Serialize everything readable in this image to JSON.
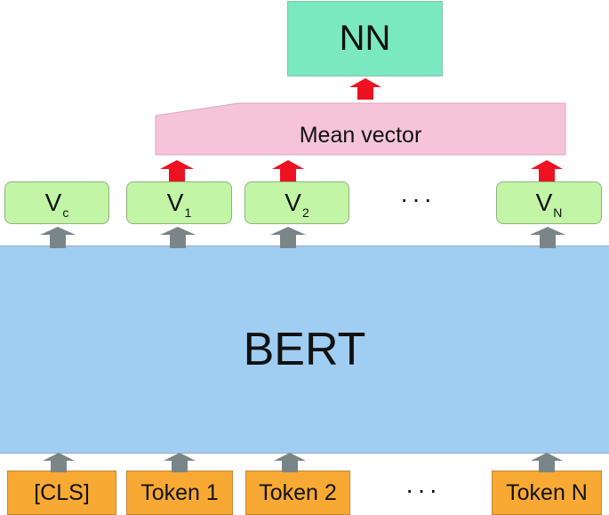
{
  "nn": {
    "label": "NN"
  },
  "mean": {
    "label": "Mean vector"
  },
  "vectors": [
    {
      "main": "V",
      "sub": "c"
    },
    {
      "main": "V",
      "sub": "1"
    },
    {
      "main": "V",
      "sub": "2"
    },
    {
      "main": "V",
      "sub": "N"
    }
  ],
  "vector_dots": "···",
  "bert": {
    "label": "BERT"
  },
  "tokens": [
    "[CLS]",
    "Token 1",
    "Token 2",
    "Token N"
  ],
  "token_dots": "···",
  "colors": {
    "nn_fill": "#7ae8c0",
    "mean_fill": "#f5c4d8",
    "vector_fill": "#c2f5a6",
    "bert_fill": "#a0cdf2",
    "token_fill": "#f7a934",
    "red_arrow": "#ee1122",
    "gray_arrow": "#7a8588"
  }
}
